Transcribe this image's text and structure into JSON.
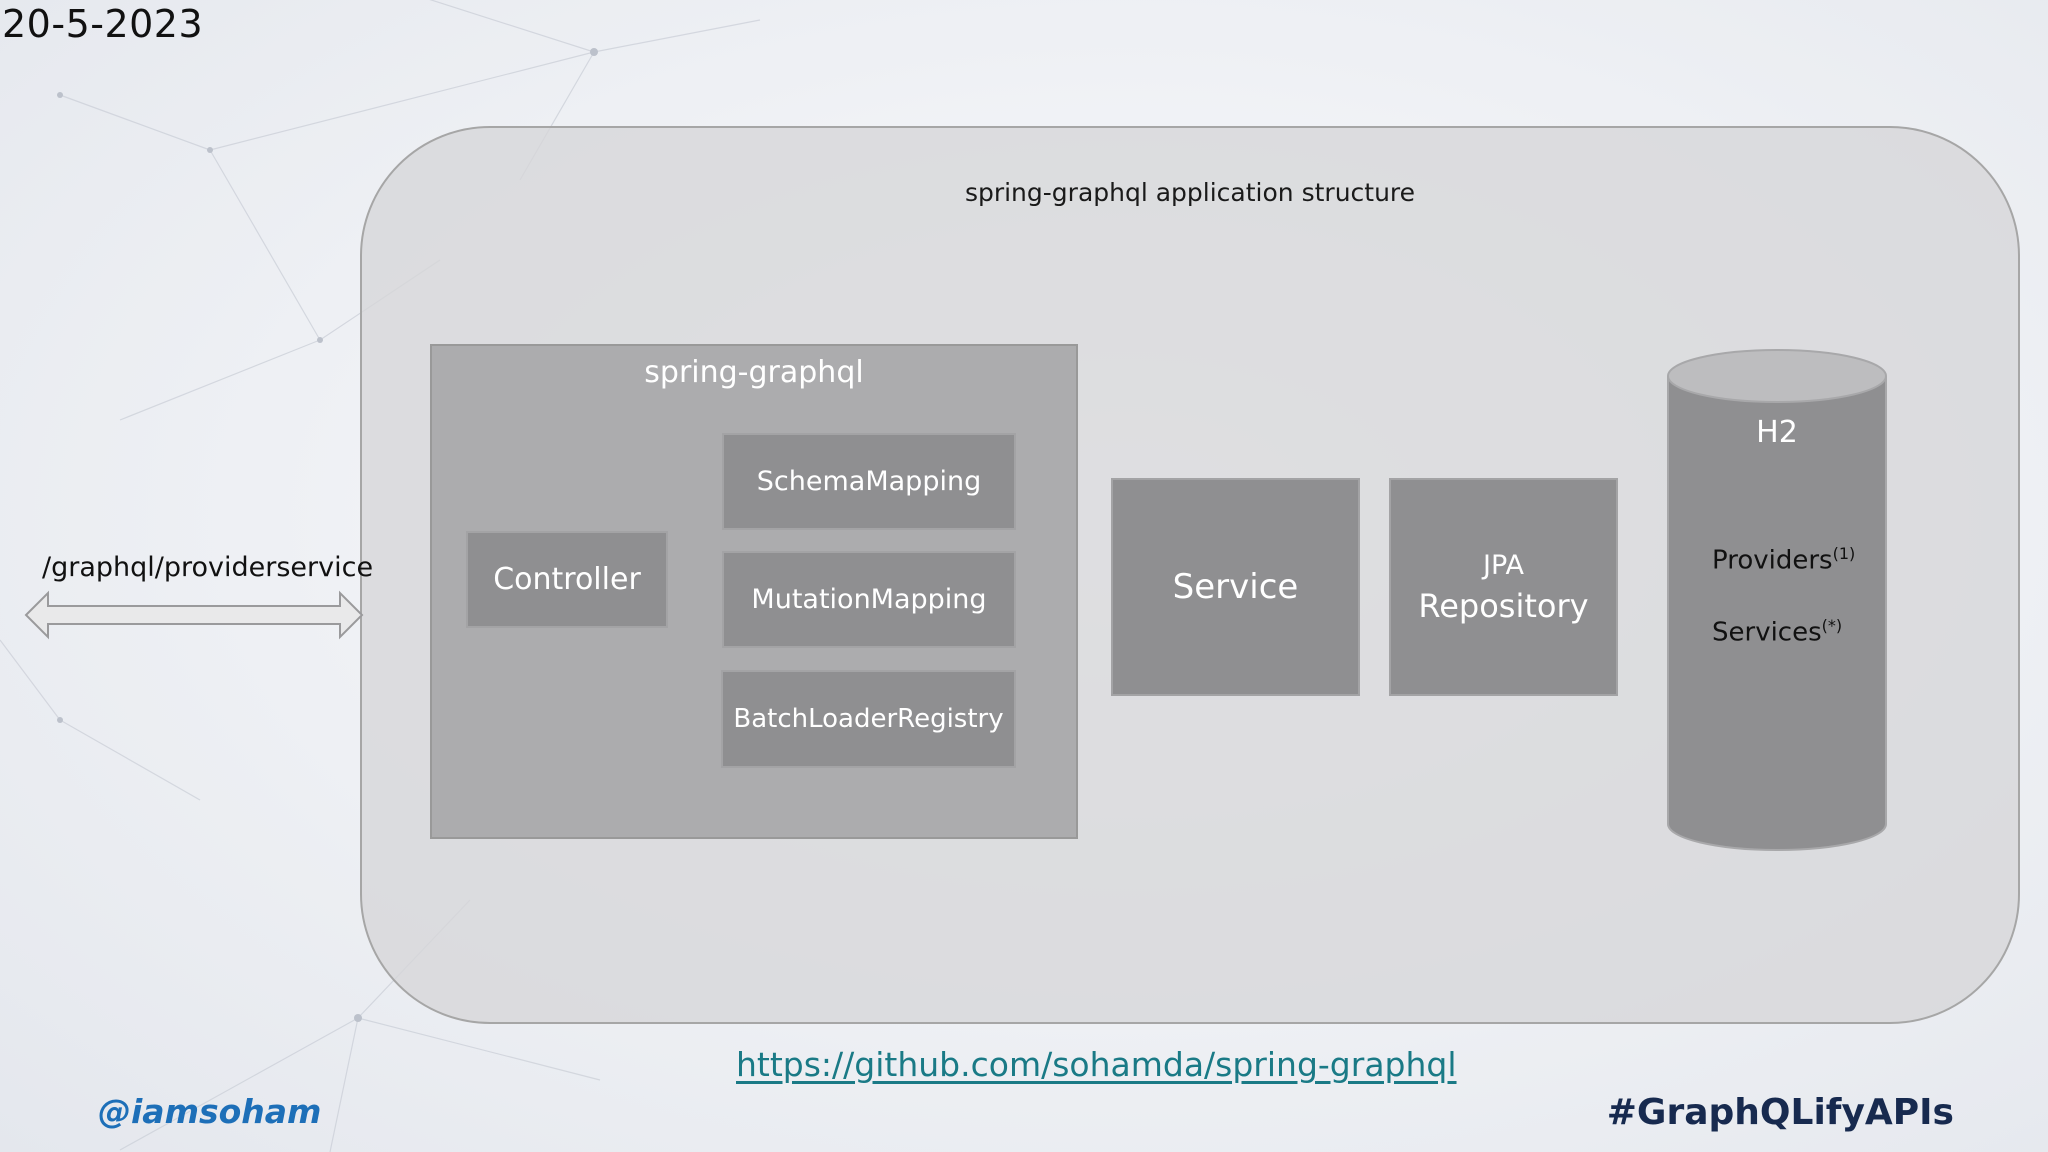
{
  "date": "20-5-2023",
  "structure_title": "spring-graphql application structure",
  "spring_graphql": {
    "title": "spring-graphql",
    "controller": "Controller",
    "schema_mapping": "SchemaMapping",
    "mutation_mapping": "MutationMapping",
    "batch_loader_registry": "BatchLoaderRegistry"
  },
  "service": "Service",
  "jpa": {
    "line1": "JPA",
    "line2": "Repository"
  },
  "database": {
    "name": "H2",
    "providers_label": "Providers",
    "providers_sup": "(1)",
    "services_label": "Services",
    "services_sup": "(*)"
  },
  "endpoint": "/graphql/providerservice",
  "repo_link": "https://github.com/sohamda/spring-graphql",
  "handle": "@iamsoham",
  "hashtag": "#GraphQLifyAPIs",
  "colors": {
    "block_gray": "#8f8f91",
    "container_gray": "#acacae",
    "link": "#1a7a86",
    "handle": "#1d6fb8",
    "hashtag": "#172a4f"
  }
}
